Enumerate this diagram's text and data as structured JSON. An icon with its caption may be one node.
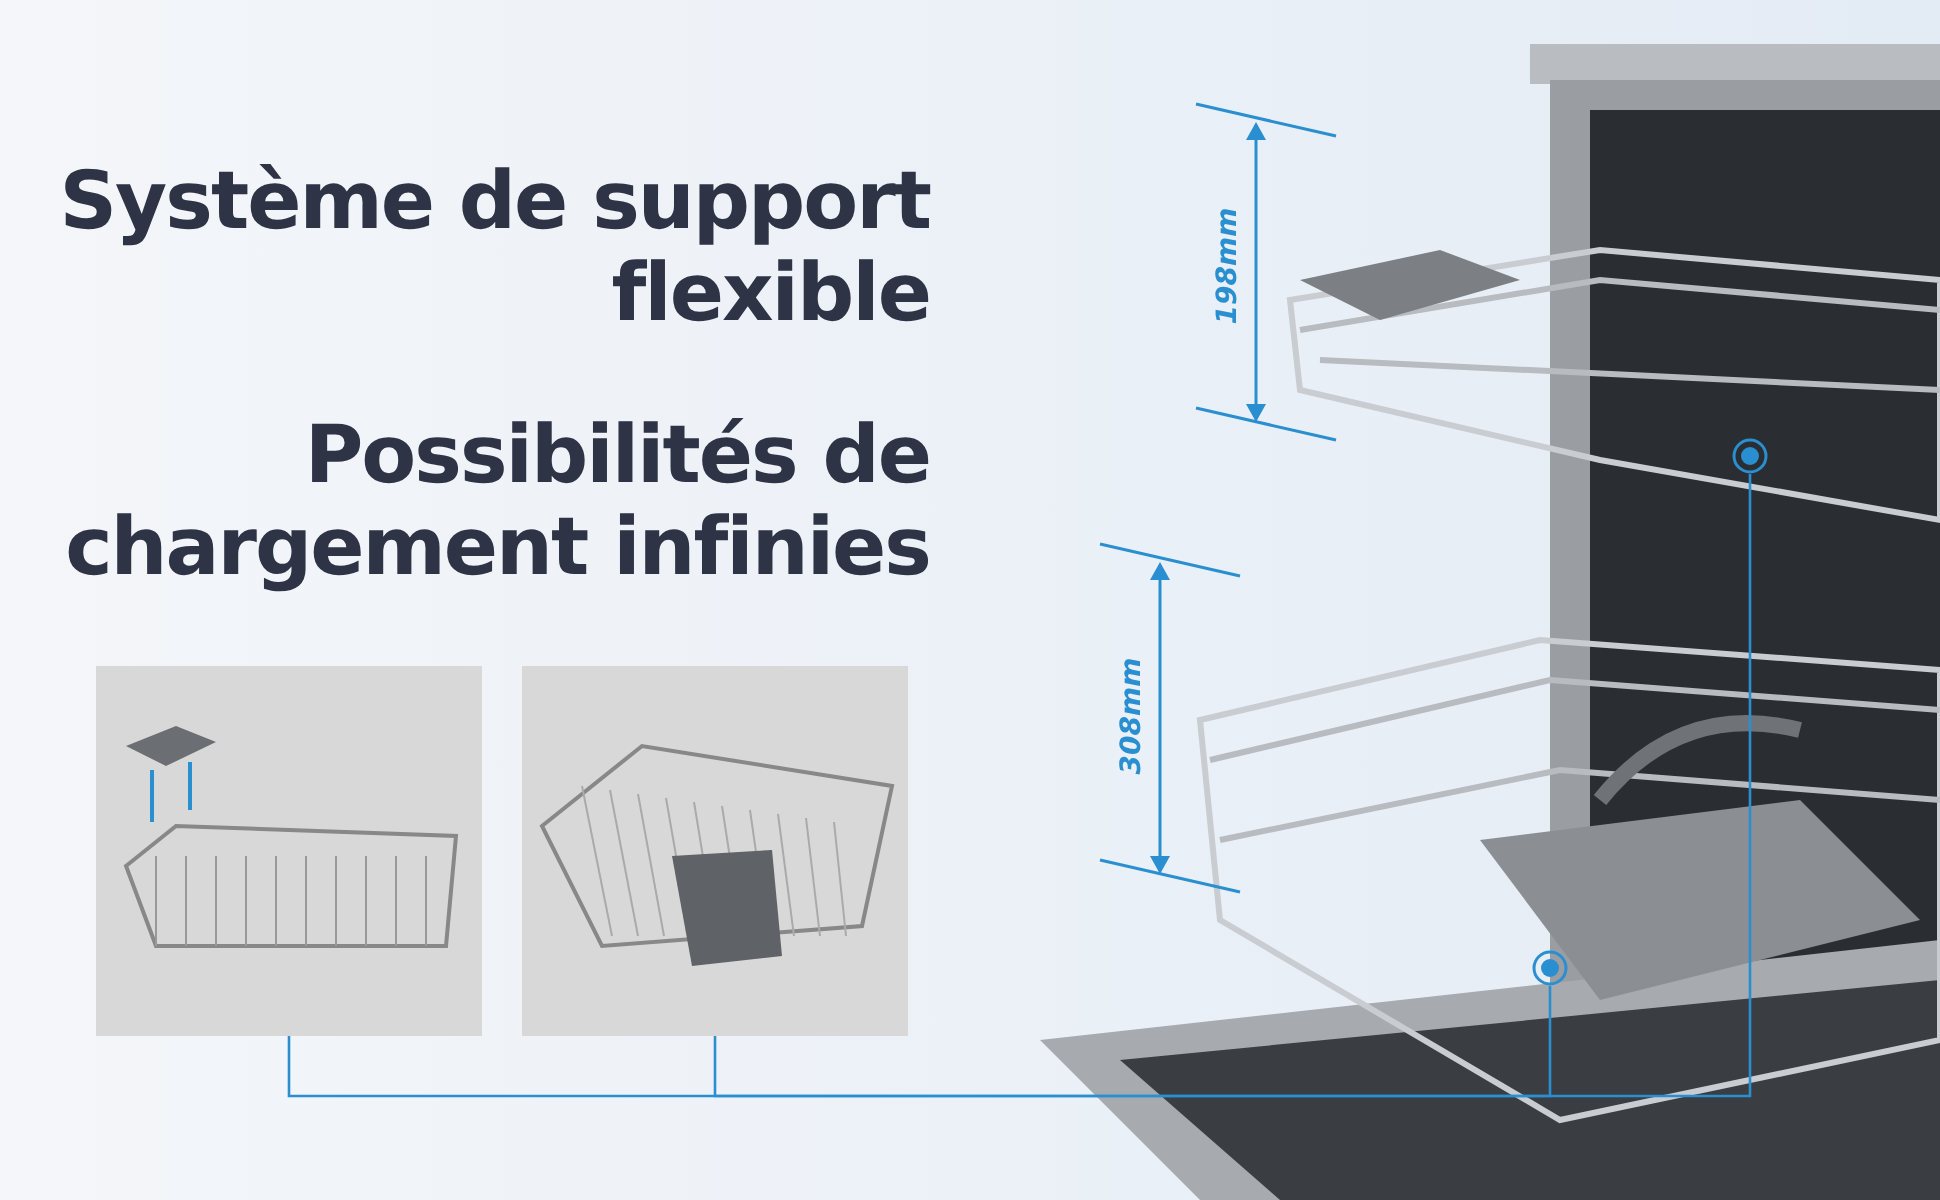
{
  "diagram": {
    "title": "Système de support flexible",
    "nodes": [
      {
        "text": [],
        "shape": "picture"
      },
      {
        "text": [],
        "shape": "picture"
      },
      {
        "text": [],
        "shape": "circle"
      },
      {
        "text": [],
        "shape": "circle"
      }
    ],
    "edges": [
      {
        "from": 0,
        "to": 2,
        "arrow": "none"
      },
      {
        "from": 1,
        "to": 3,
        "arrow": "none"
      }
    ],
    "labels": [
      "Possibilités de chargement infinies",
      "198mm",
      "308mm"
    ]
  }
}
